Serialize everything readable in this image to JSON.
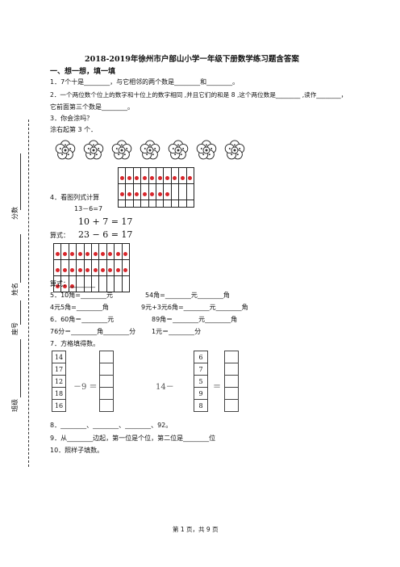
{
  "title": "2018-2019年徐州市户部山小学一年级下册数学练习题含答案",
  "section1": "一、想一想，填一填",
  "questions": {
    "q1": "1．7个十是________，与它相邻的两个数是________和________。",
    "q2a": "2．一个两位数个位上的数字和十位上的数字相同 ,并且它们的和是 8 ,这个两位数是________ ,读作________，",
    "q2b": "它前面第三个数是________。",
    "q3": "3．你会涂吗？",
    "q3b": "涂右起第 3 个．",
    "q4": "4．看图列式计算",
    "q4_eq1": "13－6=7",
    "q4_eq2": "10 + 7 = 17",
    "q4_label": "算式：",
    "q4_eq3": "23 − 6 = 17",
    "q4_label2": "算式：________",
    "q5a": "5．10角=________元",
    "q5b": "54角=________元________角",
    "q5c": "4元5角=________角",
    "q5d": "9元+3元6角=________元________角",
    "q6a": "6．60角＝________元",
    "q6b": "89角＝________元________角",
    "q6c": "76分＝________角________分",
    "q6d": "1元＝________分",
    "q7": "7．方格填得数。",
    "q7_left_op": "－9 ＝",
    "q7_right_op": "14－",
    "q7_right_eq": "＝",
    "q8": "8．________、________、________、92。",
    "q9": "9．从________边起，第一位是个位，第二位是________位",
    "q10": "10．照样子填数。"
  },
  "left_column": [
    "14",
    "17",
    "12",
    "18",
    "16"
  ],
  "right_column": [
    "6",
    "7",
    "5",
    "9",
    "8"
  ],
  "side_labels": {
    "score": "分数",
    "name": "姓名",
    "seat": "座号",
    "class": "班级"
  },
  "footer": "第 1 页，共 9 页",
  "colors": {
    "dot": "#d8262b",
    "text": "#111111"
  }
}
